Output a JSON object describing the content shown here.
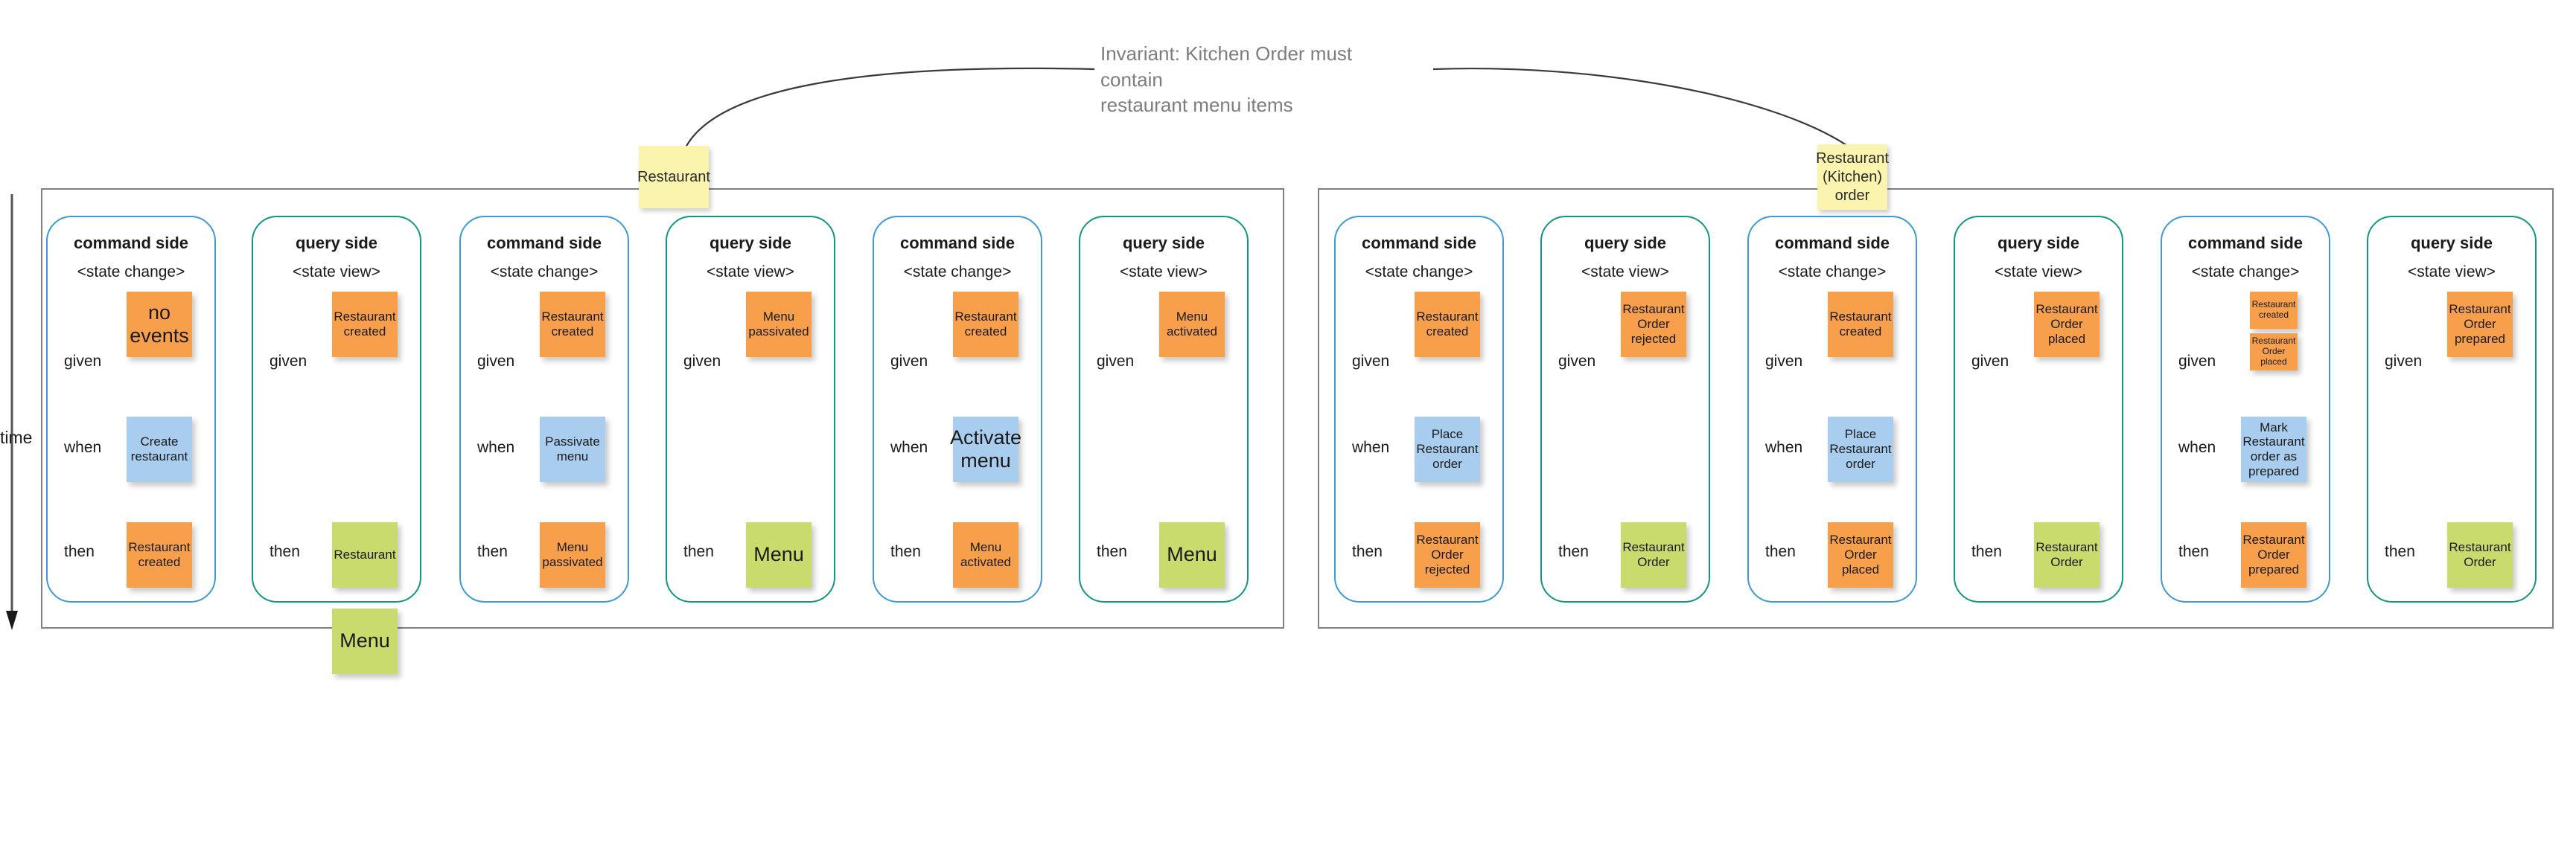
{
  "diagram": {
    "invariant_note": "Invariant: Kitchen Order must contain\nrestaurant menu items",
    "time_axis_label": "time",
    "aggregates": [
      {
        "id": "restaurant",
        "label": "Restaurant"
      },
      {
        "id": "kitchen-order",
        "label": "Restaurant\n(Kitchen)\norder"
      }
    ],
    "row_labels": {
      "given": "given",
      "when": "when",
      "then": "then"
    },
    "titles": {
      "command": "command side",
      "query": "query side"
    },
    "subtitles": {
      "command": "<state change>",
      "query": "<state view>"
    },
    "colors": {
      "event": "#f79f4b",
      "command": "#a9cdee",
      "view": "#c9db6d",
      "aggregate": "#fbf4ae",
      "command_panel_border": "#3d9ad6",
      "query_panel_border": "#13967f",
      "group_border": "#808080",
      "invariant_text": "#7d7d7d"
    },
    "groups": [
      {
        "id": "group-restaurant",
        "panels": [
          {
            "id": "p1",
            "side": "command",
            "title": "command side",
            "subtitle": "<state change>",
            "rows": [
              {
                "label": "given",
                "notes": [
                  {
                    "text": "no\nevents",
                    "kind": "event",
                    "size": "big"
                  }
                ]
              },
              {
                "label": "when",
                "notes": [
                  {
                    "text": "Create\nrestaurant",
                    "kind": "command",
                    "size": "std"
                  }
                ]
              },
              {
                "label": "then",
                "notes": [
                  {
                    "text": "Restaurant\ncreated",
                    "kind": "event",
                    "size": "std"
                  }
                ]
              }
            ]
          },
          {
            "id": "p2",
            "side": "query",
            "title": "query side",
            "subtitle": "<state view>",
            "rows": [
              {
                "label": "given",
                "notes": [
                  {
                    "text": "Restaurant\ncreated",
                    "kind": "event",
                    "size": "std"
                  }
                ]
              },
              {
                "label": "then",
                "notes": [
                  {
                    "text": "Restaurant",
                    "kind": "view",
                    "size": "std"
                  },
                  {
                    "text": "Menu",
                    "kind": "view",
                    "size": "big"
                  }
                ]
              }
            ]
          },
          {
            "id": "p3",
            "side": "command",
            "title": "command side",
            "subtitle": "<state change>",
            "rows": [
              {
                "label": "given",
                "notes": [
                  {
                    "text": "Restaurant\ncreated",
                    "kind": "event",
                    "size": "std"
                  }
                ]
              },
              {
                "label": "when",
                "notes": [
                  {
                    "text": "Passivate\nmenu",
                    "kind": "command",
                    "size": "std"
                  }
                ]
              },
              {
                "label": "then",
                "notes": [
                  {
                    "text": "Menu\npassivated",
                    "kind": "event",
                    "size": "std"
                  }
                ]
              }
            ]
          },
          {
            "id": "p4",
            "side": "query",
            "title": "query side",
            "subtitle": "<state view>",
            "rows": [
              {
                "label": "given",
                "notes": [
                  {
                    "text": "Menu\npassivated",
                    "kind": "event",
                    "size": "std"
                  }
                ]
              },
              {
                "label": "then",
                "notes": [
                  {
                    "text": "Menu",
                    "kind": "view",
                    "size": "big"
                  }
                ]
              }
            ]
          },
          {
            "id": "p5",
            "side": "command",
            "title": "command side",
            "subtitle": "<state change>",
            "rows": [
              {
                "label": "given",
                "notes": [
                  {
                    "text": "Restaurant\ncreated",
                    "kind": "event",
                    "size": "std"
                  }
                ]
              },
              {
                "label": "when",
                "notes": [
                  {
                    "text": "Activate\nmenu",
                    "kind": "command",
                    "size": "big"
                  }
                ]
              },
              {
                "label": "then",
                "notes": [
                  {
                    "text": "Menu\nactivated",
                    "kind": "event",
                    "size": "std"
                  }
                ]
              }
            ]
          },
          {
            "id": "p6",
            "side": "query",
            "title": "query side",
            "subtitle": "<state view>",
            "rows": [
              {
                "label": "given",
                "notes": [
                  {
                    "text": "Menu\nactivated",
                    "kind": "event",
                    "size": "std"
                  }
                ]
              },
              {
                "label": "then",
                "notes": [
                  {
                    "text": "Menu",
                    "kind": "view",
                    "size": "big"
                  }
                ]
              }
            ]
          }
        ]
      },
      {
        "id": "group-kitchen-order",
        "panels": [
          {
            "id": "p7",
            "side": "command",
            "title": "command side",
            "subtitle": "<state change>",
            "rows": [
              {
                "label": "given",
                "notes": [
                  {
                    "text": "Restaurant\ncreated",
                    "kind": "event",
                    "size": "std"
                  }
                ]
              },
              {
                "label": "when",
                "notes": [
                  {
                    "text": "Place\nRestaurant\norder",
                    "kind": "command",
                    "size": "std"
                  }
                ]
              },
              {
                "label": "then",
                "notes": [
                  {
                    "text": "Restaurant\nOrder\nrejected",
                    "kind": "event",
                    "size": "std"
                  }
                ]
              }
            ]
          },
          {
            "id": "p8",
            "side": "query",
            "title": "query side",
            "subtitle": "<state view>",
            "rows": [
              {
                "label": "given",
                "notes": [
                  {
                    "text": "Restaurant\nOrder\nrejected",
                    "kind": "event",
                    "size": "std"
                  }
                ]
              },
              {
                "label": "then",
                "notes": [
                  {
                    "text": "Restaurant\nOrder",
                    "kind": "view",
                    "size": "std"
                  }
                ]
              }
            ]
          },
          {
            "id": "p9",
            "side": "command",
            "title": "command side",
            "subtitle": "<state change>",
            "rows": [
              {
                "label": "given",
                "notes": [
                  {
                    "text": "Restaurant\ncreated",
                    "kind": "event",
                    "size": "std"
                  }
                ]
              },
              {
                "label": "when",
                "notes": [
                  {
                    "text": "Place\nRestaurant\norder",
                    "kind": "command",
                    "size": "std"
                  }
                ]
              },
              {
                "label": "then",
                "notes": [
                  {
                    "text": "Restaurant\nOrder\nplaced",
                    "kind": "event",
                    "size": "std"
                  }
                ]
              }
            ]
          },
          {
            "id": "p10",
            "side": "query",
            "title": "query side",
            "subtitle": "<state view>",
            "rows": [
              {
                "label": "given",
                "notes": [
                  {
                    "text": "Restaurant\nOrder\nplaced",
                    "kind": "event",
                    "size": "std"
                  }
                ]
              },
              {
                "label": "then",
                "notes": [
                  {
                    "text": "Restaurant\nOrder",
                    "kind": "view",
                    "size": "std"
                  }
                ]
              }
            ]
          },
          {
            "id": "p11",
            "side": "command",
            "title": "command side",
            "subtitle": "<state change>",
            "rows": [
              {
                "label": "given",
                "notes": [
                  {
                    "text": "Restaurant\ncreated",
                    "kind": "event",
                    "size": "small"
                  },
                  {
                    "text": "Restaurant\nOrder\nplaced",
                    "kind": "event",
                    "size": "small"
                  }
                ]
              },
              {
                "label": "when",
                "notes": [
                  {
                    "text": "Mark\nRestaurant\norder as\nprepared",
                    "kind": "command",
                    "size": "std"
                  }
                ]
              },
              {
                "label": "then",
                "notes": [
                  {
                    "text": "Restaurant\nOrder\nprepared",
                    "kind": "event",
                    "size": "std"
                  }
                ]
              }
            ]
          },
          {
            "id": "p12",
            "side": "query",
            "title": "query side",
            "subtitle": "<state view>",
            "rows": [
              {
                "label": "given",
                "notes": [
                  {
                    "text": "Restaurant\nOrder\nprepared",
                    "kind": "event",
                    "size": "std"
                  }
                ]
              },
              {
                "label": "then",
                "notes": [
                  {
                    "text": "Restaurant\nOrder",
                    "kind": "view",
                    "size": "std"
                  }
                ]
              }
            ]
          }
        ]
      }
    ]
  }
}
